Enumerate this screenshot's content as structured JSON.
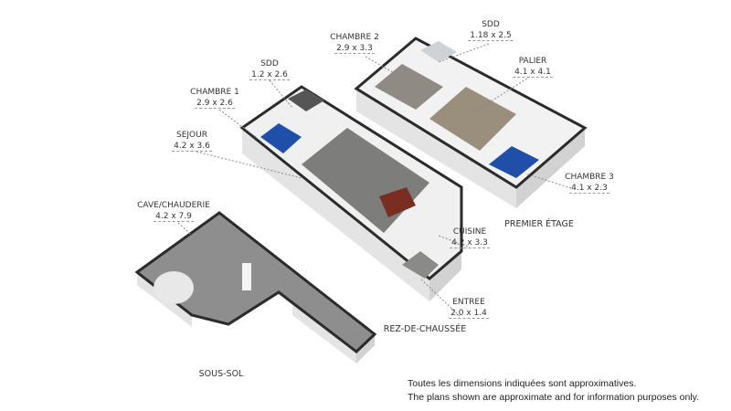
{
  "rooms": {
    "sdd_upper": {
      "name": "SDD",
      "dim": "1.18 x 2.5"
    },
    "chambre2": {
      "name": "CHAMBRE 2",
      "dim": "2.9 x 3.3"
    },
    "palier": {
      "name": "PALIER",
      "dim": "4.1 x 4.1"
    },
    "chambre3": {
      "name": "CHAMBRE 3",
      "dim": "4.1 x 2.3"
    },
    "sdd_ground": {
      "name": "SDD",
      "dim": "1.2 x 2.6"
    },
    "chambre1": {
      "name": "CHAMBRE 1",
      "dim": "2.9 x 2.6"
    },
    "sejour": {
      "name": "SEJOUR",
      "dim": "4.2 x 3.6"
    },
    "cuisine": {
      "name": "CUISINE",
      "dim": "4.2 x 3.3"
    },
    "entree": {
      "name": "ENTREE",
      "dim": "2.0 x 1.4"
    },
    "cave": {
      "name": "CAVE/CHAUDERIE",
      "dim": "4.2 x 7.9"
    }
  },
  "levels": {
    "premier": "PREMIER ÉTAGE",
    "rdc": "REZ-DE-CHAUSSÉE",
    "sous_sol": "SOUS-SOL"
  },
  "disclaimer": {
    "fr": "Toutes les dimensions indiquées sont approximatives.",
    "en": "The plans shown are approximate and for information purposes only."
  },
  "colors": {
    "wall_top": "#2b2b2b",
    "wall_side": "#e6e6e6",
    "floor_grey": "#8a8a88",
    "floor_wood": "#a89880",
    "blue": "#1f4fa8"
  }
}
